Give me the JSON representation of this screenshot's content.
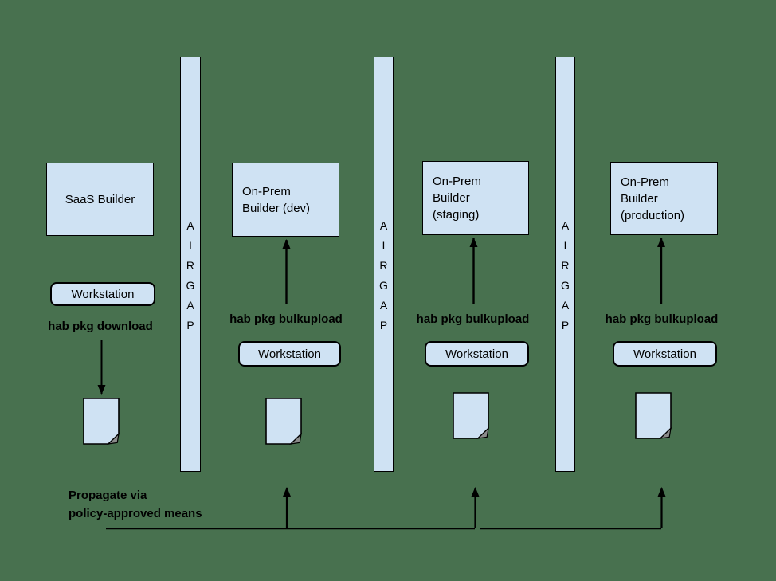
{
  "colors": {
    "background": "#48714f",
    "shape-fill": "#cfe2f3",
    "stroke": "#000000",
    "fold": "#8b8b8b",
    "text": "#000000"
  },
  "airgap": {
    "letters": [
      "A",
      "I",
      "R",
      "G",
      "A",
      "P"
    ]
  },
  "builders": {
    "saas": {
      "label": "SaaS Builder"
    },
    "dev": {
      "line1": "On-Prem",
      "line2": "Builder (dev)"
    },
    "staging": {
      "line1": "On-Prem",
      "line2": "Builder",
      "line3": "(staging)"
    },
    "production": {
      "line1": "On-Prem",
      "line2": "Builder",
      "line3": "(production)"
    }
  },
  "workstations": {
    "label": "Workstation"
  },
  "commands": {
    "download": "hab pkg download",
    "bulkupload": "hab pkg bulkupload"
  },
  "note": {
    "line1": "Propagate via",
    "line2": "policy-approved means"
  }
}
